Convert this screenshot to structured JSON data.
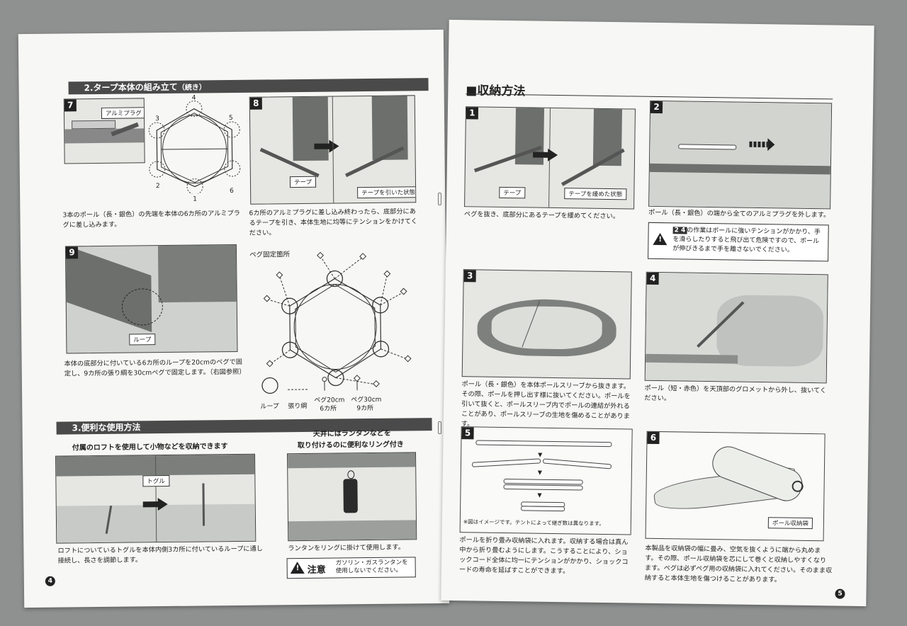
{
  "left": {
    "section2_title": "2.タープ本体の組み立て",
    "section2_suffix": "（続き）",
    "step7": {
      "num": "7",
      "label": "アルミプラグ",
      "caption": "3本のポール（長・銀色）の先端を本体の6カ所のアルミプラグに差し込みます。",
      "diagram_numbers": [
        "1",
        "2",
        "3",
        "4",
        "5",
        "6"
      ]
    },
    "step8": {
      "num": "8",
      "label_left": "テープ",
      "label_right": "テープを引いた状態",
      "caption": "6カ所のアルミプラグに差し込み終わったら、底部分にあるテープを引き、本体生地に均等にテンションをかけてください。"
    },
    "step9": {
      "num": "9",
      "label": "ループ",
      "caption": "本体の底部分に付いている6カ所のループを20cmのペグで固定し、9カ所の張り綱を30cmペグで固定します。（右図参照）"
    },
    "peg_diagram": {
      "title": "ペグ固定箇所",
      "legend_loop": "ループ",
      "legend_rope": "張り綱",
      "legend_peg20": "ペグ20cm",
      "legend_peg20_count": "6カ所",
      "legend_peg30": "ペグ30cm",
      "legend_peg30_count": "9カ所"
    },
    "section3_title": "3.便利な使用方法",
    "usage1": {
      "heading": "付属のロフトを使用して小物などを収納できます",
      "label": "トグル",
      "caption": "ロフトについているトグルを本体内側3カ所に付いているループに通し接続し、長さを調節します。"
    },
    "usage2": {
      "heading_line1": "天井にはランタンなどを",
      "heading_line2": "取り付けるのに便利なリング付き",
      "caption": "ランタンをリングに掛けて使用します。",
      "warning_title": "注意",
      "warning_text": "ガソリン・ガスランタンを使用しないでください。"
    },
    "page_number": "4"
  },
  "right": {
    "title": "■収納方法",
    "step1": {
      "num": "1",
      "label_left": "テープ",
      "label_right": "テープを緩めた状態",
      "caption": "ペグを抜き、底部分にあるテープを緩めてください。"
    },
    "step2": {
      "num": "2",
      "caption": "ポール（長・銀色）の端から全てのアルミプラグを外します。",
      "warning_steps": "2 4",
      "warning_text": "の作業はポールに強いテンションがかかり、手を滑らしたりすると飛び出て危険ですので、ポールが伸びきるまで手を離さないでください。"
    },
    "step3": {
      "num": "3",
      "caption": "ポール（長・銀色）を本体ポールスリーブから抜きます。その際、ポールを押し出す様に抜いてください。ポールを引いて抜くと、ポールスリーブ内でポールの連結が外れることがあり、ポールスリーブの生地を傷めることがあります。"
    },
    "step4": {
      "num": "4",
      "caption": "ポール（短・赤色）を天頂部のグロメットから外し、抜いてください。"
    },
    "step5": {
      "num": "5",
      "note": "※図はイメージです。テントによって継ぎ数は異なります。",
      "caption": "ポールを折り畳み収納袋に入れます。収納する場合は真ん中から折り畳むようにします。こうすることにより、ショックコード全体に均一にテンションがかかり、ショックコードの寿命を延ばすことができます。"
    },
    "step6": {
      "num": "6",
      "label": "ポール収納袋",
      "caption": "本製品を収納袋の幅に畳み、空気を抜くように端から丸めます。その際、ポール収納袋を芯にして巻くと収納しやすくなります。ペグは必ずペグ用の収納袋に入れてください。そのまま収納すると本体生地を傷つけることがあります。"
    },
    "page_number": "5"
  }
}
